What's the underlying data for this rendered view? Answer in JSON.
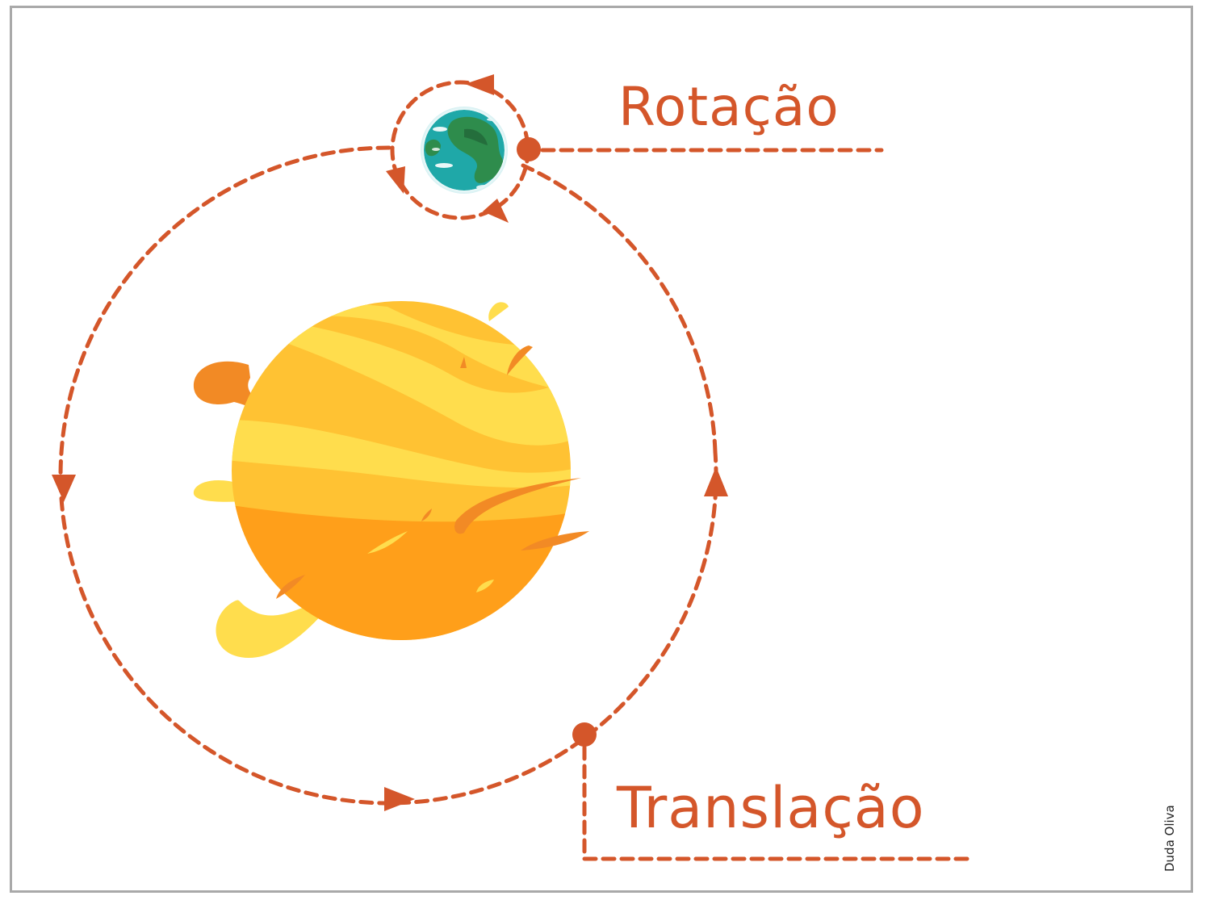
{
  "labels": {
    "rotation": "Rotação",
    "translation": "Translação",
    "credit": "Duda Oliva"
  },
  "colors": {
    "accent": "#d4562a",
    "sun_light": "#ffdd4d",
    "sun_mid": "#ffc233",
    "sun_dark": "#ff9f1a",
    "sun_flare": "#f28a25",
    "earth_ocean": "#1fa8a8",
    "earth_land": "#2e8c4c",
    "frame": "#a9a9a9"
  },
  "icons": {
    "sun": "sun-icon",
    "earth": "earth-icon"
  }
}
